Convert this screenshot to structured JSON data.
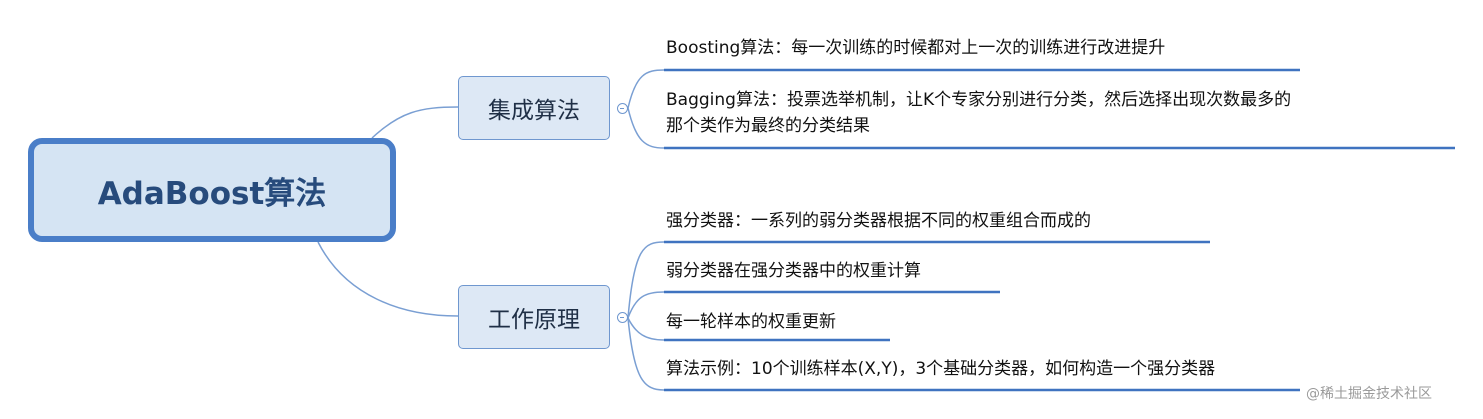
{
  "root": {
    "label": "AdaBoost算法"
  },
  "branches": [
    {
      "label": "集成算法",
      "leaves": [
        {
          "line1": "Boosting算法：每一次训练的时候都对上一次的训练进行改进提升"
        },
        {
          "line1": "Bagging算法：投票选举机制，让K个专家分别进行分类，然后选择出现次数最多的",
          "line2": "那个类作为最终的分类结果"
        }
      ]
    },
    {
      "label": "工作原理",
      "leaves": [
        {
          "line1": "强分类器：一系列的弱分类器根据不同的权重组合而成的"
        },
        {
          "line1": "弱分类器在强分类器中的权重计算"
        },
        {
          "line1": "每一轮样本的权重更新"
        },
        {
          "line1": "算法示例：10个训练样本(X,Y)，3个基础分类器，如何构造一个强分类器"
        }
      ]
    }
  ],
  "watermark": "@稀土掘金技术社区",
  "colors": {
    "root_border": "#4a7ec8",
    "root_fill": "#d5e4f3",
    "branch_fill": "#dde8f5",
    "line": "#6f97cf",
    "underline": "#3f73c0"
  }
}
